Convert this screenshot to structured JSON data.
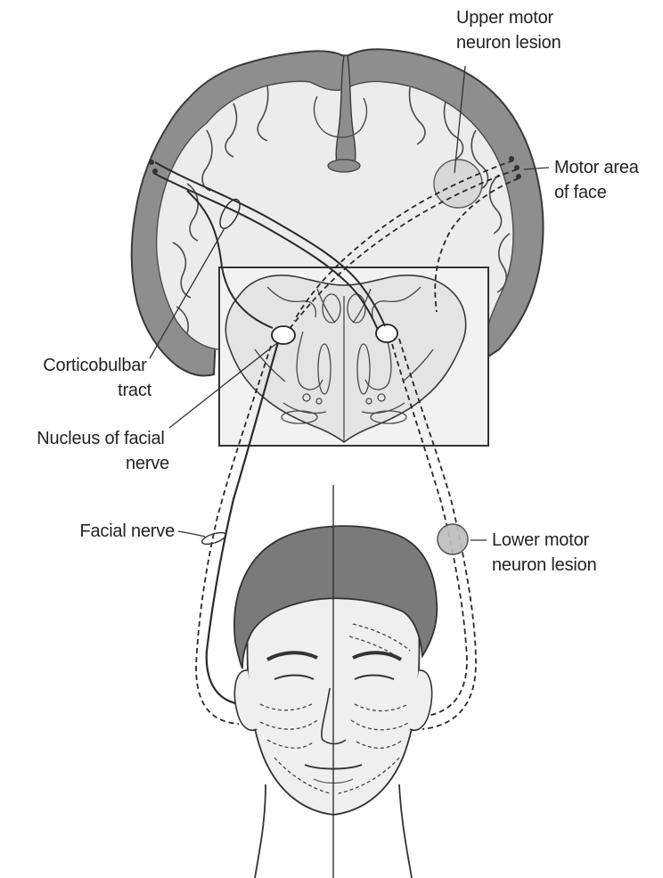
{
  "labels": {
    "upper_motor_lesion": [
      "Upper motor",
      "neuron lesion"
    ],
    "motor_area_face": [
      "Motor area",
      "of face"
    ],
    "corticobulbar_tract": [
      "Corticobulbar",
      "tract"
    ],
    "nucleus_facial_nerve": [
      "Nucleus of facial",
      "nerve"
    ],
    "facial_nerve": "Facial nerve",
    "lower_motor_lesion": [
      "Lower motor",
      "neuron lesion"
    ]
  }
}
